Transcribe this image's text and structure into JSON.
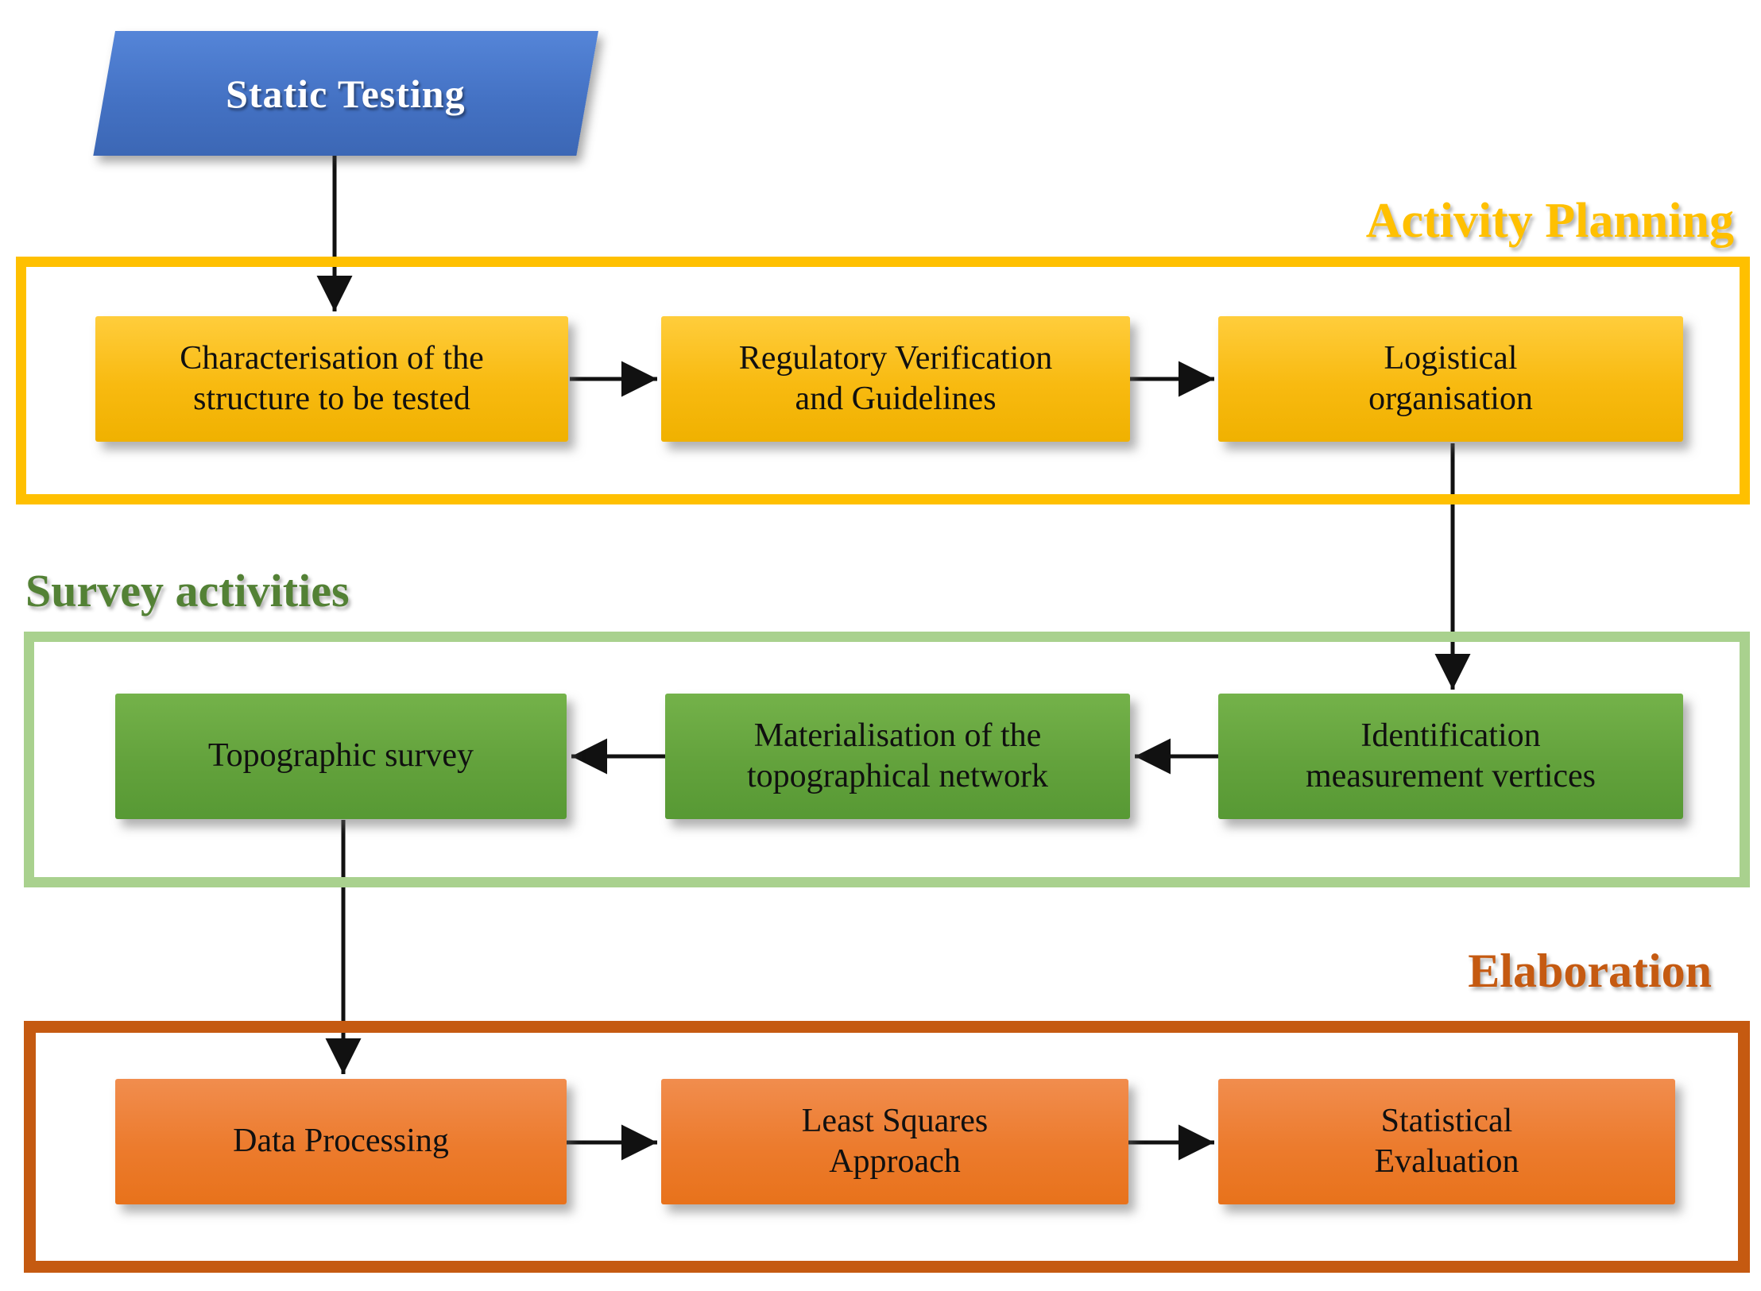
{
  "diagram": {
    "start_node": {
      "label": "Static Testing",
      "fill_color": "#4472C4"
    },
    "sections": [
      {
        "label": "Activity Planning",
        "label_color": "#FFC000",
        "frame_border_color": "#FFC000",
        "node_fill_color": "#FFC224",
        "nodes": [
          {
            "lines": [
              "Characterisation of the",
              "structure to be tested"
            ]
          },
          {
            "lines": [
              "Regulatory Verification",
              "and Guidelines"
            ]
          },
          {
            "lines": [
              "Logistical",
              "organisation"
            ]
          }
        ]
      },
      {
        "label": "Survey activities",
        "label_color": "#538135",
        "frame_border_color": "#A9D18E",
        "node_fill_color": "#69A84F",
        "nodes": [
          {
            "lines": [
              "Topographic survey"
            ]
          },
          {
            "lines": [
              "Materialisation of the",
              "topographical network"
            ]
          },
          {
            "lines": [
              "Identification",
              "measurement vertices"
            ]
          }
        ]
      },
      {
        "label": "Elaboration",
        "label_color": "#C55A11",
        "frame_border_color": "#C55A11",
        "node_fill_color": "#ED7D31",
        "nodes": [
          {
            "lines": [
              "Data Processing"
            ]
          },
          {
            "lines": [
              "Least Squares",
              "Approach"
            ]
          },
          {
            "lines": [
              "Statistical",
              "Evaluation"
            ]
          }
        ]
      }
    ],
    "flows": [
      {
        "from": "Static Testing",
        "to": "Characterisation of the structure to be tested"
      },
      {
        "from": "Characterisation of the structure to be tested",
        "to": "Regulatory Verification and Guidelines"
      },
      {
        "from": "Regulatory Verification and Guidelines",
        "to": "Logistical organisation"
      },
      {
        "from": "Logistical organisation",
        "to": "Identification measurement vertices"
      },
      {
        "from": "Identification measurement vertices",
        "to": "Materialisation of the topographical network"
      },
      {
        "from": "Materialisation of the topographical network",
        "to": "Topographic survey"
      },
      {
        "from": "Topographic survey",
        "to": "Data Processing"
      },
      {
        "from": "Data Processing",
        "to": "Least Squares Approach"
      },
      {
        "from": "Least Squares Approach",
        "to": "Statistical Evaluation"
      }
    ],
    "arrow_color": "#111111"
  }
}
